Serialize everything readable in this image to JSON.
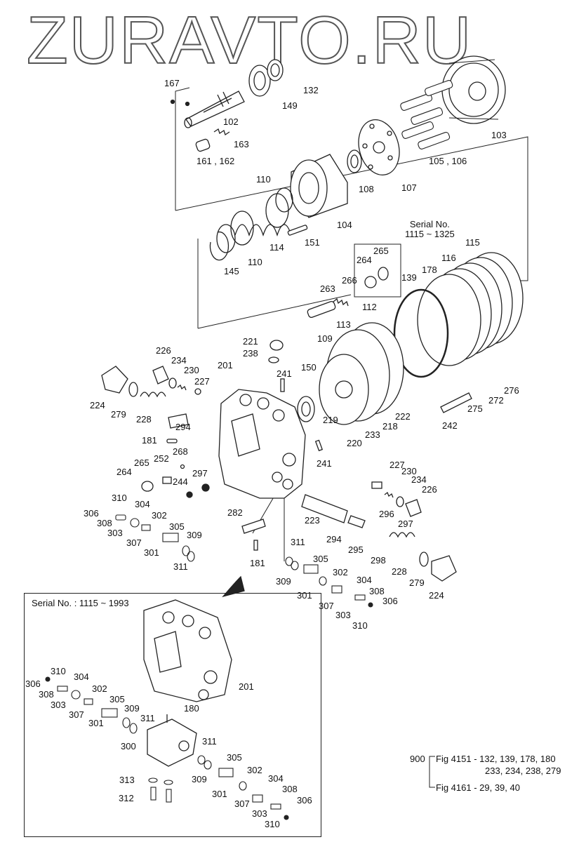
{
  "watermark": "ZURAVTO.RU",
  "serial_main": {
    "line1": "Serial No.",
    "line2": "1115 ~ 1325"
  },
  "inset_serial": "Serial No. : 1115 ~ 1993",
  "labels": {
    "l167": "167",
    "l132": "132",
    "l149": "149",
    "l102": "102",
    "l163": "163",
    "l161_162": "161 , 162",
    "l103": "103",
    "l105_106": "105 , 106",
    "l110a": "110",
    "l108": "108",
    "l107": "107",
    "l104": "104",
    "l151": "151",
    "l114": "114",
    "l110b": "110",
    "l145": "145",
    "l265": "265",
    "l264a": "264",
    "l115": "115",
    "l116": "116",
    "l178": "178",
    "l139": "139",
    "l266": "266",
    "l263": "263",
    "l112": "112",
    "l113": "113",
    "l221": "221",
    "l238": "238",
    "l109": "109",
    "l226a": "226",
    "l234a": "234",
    "l230a": "230",
    "l227a": "227",
    "l201": "201",
    "l241a": "241",
    "l150": "150",
    "l276": "276",
    "l272": "272",
    "l275": "275",
    "l224a": "224",
    "l279a": "279",
    "l228a": "228",
    "l294a": "294",
    "l222": "222",
    "l218": "218",
    "l219": "219",
    "l242": "242",
    "l233": "233",
    "l220": "220",
    "l181a": "181",
    "l268": "268",
    "l241b": "241",
    "l265b": "265",
    "l252": "252",
    "l264b": "264",
    "l297a": "297",
    "l244": "244",
    "l227b": "227",
    "l230b": "230",
    "l234b": "234",
    "l226b": "226",
    "l310a": "310",
    "l304a": "304",
    "l306a": "306",
    "l308a": "308",
    "l302a": "302",
    "l303a": "303",
    "l305a": "305",
    "l307a": "307",
    "l309a": "309",
    "l301a": "301",
    "l311a": "311",
    "l282": "282",
    "l223": "223",
    "l296": "296",
    "l297b": "297",
    "l294b": "294",
    "l295": "295",
    "l298": "298",
    "l228b": "228",
    "l279b": "279",
    "l224b": "224",
    "l181b": "181",
    "l311b": "311",
    "l305b": "305",
    "l309b": "309",
    "l302b": "302",
    "l304b": "304",
    "l301b": "301",
    "l308b": "308",
    "l307b": "307",
    "l306b": "306",
    "l303b": "303",
    "l310b": "310"
  },
  "inset_labels": {
    "i310": "310",
    "i304": "304",
    "i306": "306",
    "i308": "308",
    "i302": "302",
    "i303": "303",
    "i305": "305",
    "i307": "307",
    "i309": "309",
    "i301": "301",
    "i311a": "311",
    "i201": "201",
    "i180": "180",
    "i300": "300",
    "i311b": "311",
    "i305b": "305",
    "i309b": "309",
    "i302b": "302",
    "i304b": "304",
    "i313": "313",
    "i312": "312",
    "i301b": "301",
    "i308b": "308",
    "i307b": "307",
    "i306b": "306",
    "i303b": "303",
    "i310b": "310"
  },
  "notes": {
    "num": "900",
    "fig1a": "Fig 4151 - 132, 139, 178, 180",
    "fig1b": "233, 234, 238, 279",
    "fig2": "Fig 4161 - 29, 39, 40"
  }
}
